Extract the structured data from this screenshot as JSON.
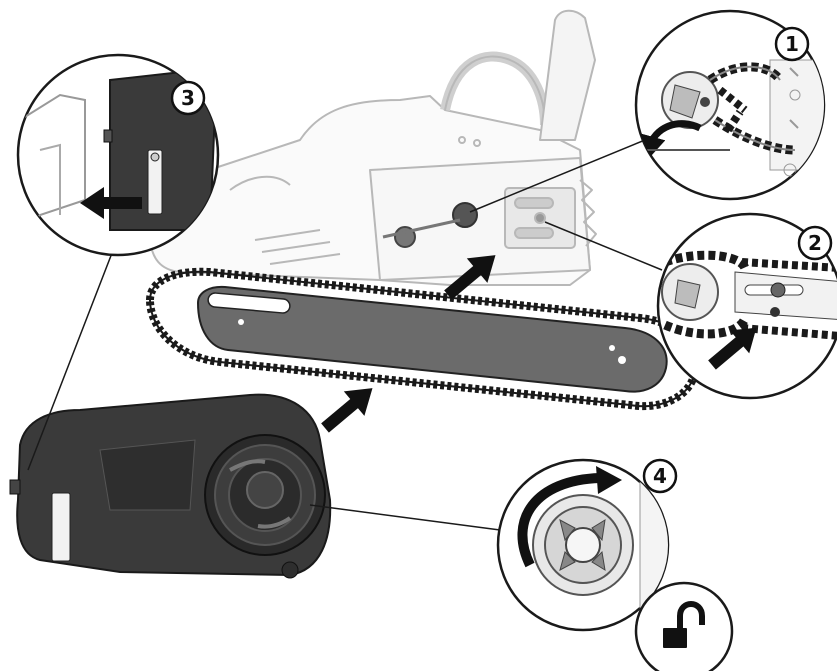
{
  "callouts": [
    {
      "id": "step-1",
      "label": "1"
    },
    {
      "id": "step-2",
      "label": "2"
    },
    {
      "id": "step-3",
      "label": "3"
    },
    {
      "id": "step-4",
      "label": "4"
    }
  ],
  "icons": {
    "unlock": "unlock-padlock-icon"
  },
  "colors": {
    "outline": "#1a1a1a",
    "light_outline": "#b8b8b8",
    "dark_part": "#3a3a3a",
    "bar": "#6b6b6b",
    "arrow": "#111111"
  }
}
